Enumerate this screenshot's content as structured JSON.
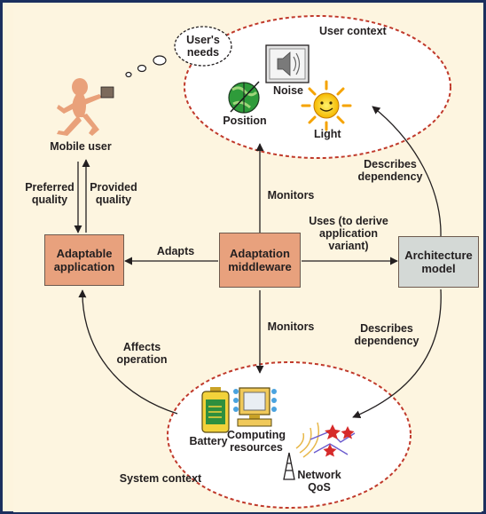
{
  "colors": {
    "frame_border": "#1b2f5e",
    "background": "#fdf4de",
    "box_orange": "#e8a17d",
    "box_gray": "#d4d9d6",
    "context_dash": "#c0392b",
    "text": "#231f20"
  },
  "icons": {
    "mobile_user": "running-person-icon",
    "thought_bubble": "thought-bubble-icon",
    "noise": "speaker-icon",
    "position": "globe-icon",
    "light": "sun-icon",
    "battery": "battery-icon",
    "computing": "computer-icon",
    "network": "antenna-icon"
  },
  "nodes": {
    "adaptable_application": "Adaptable\napplication",
    "adaptation_middleware": "Adaptation\nmiddleware",
    "architecture_model": "Architecture\nmodel",
    "mobile_user": "Mobile user",
    "user_context": "User context",
    "system_context": "System context"
  },
  "user_context": {
    "needs": "User's\nneeds",
    "noise": "Noise",
    "position": "Position",
    "light": "Light"
  },
  "system_context": {
    "battery": "Battery",
    "computing": "Computing\nresources",
    "network": "Network\nQoS"
  },
  "edges": {
    "preferred_quality": "Preferred\nquality",
    "provided_quality": "Provided\nquality",
    "adapts": "Adapts",
    "monitors_up": "Monitors",
    "monitors_down": "Monitors",
    "uses": "Uses (to derive\napplication\nvariant)",
    "describes_user": "Describes\ndependency",
    "describes_system": "Describes\ndependency",
    "affects": "Affects\noperation"
  }
}
